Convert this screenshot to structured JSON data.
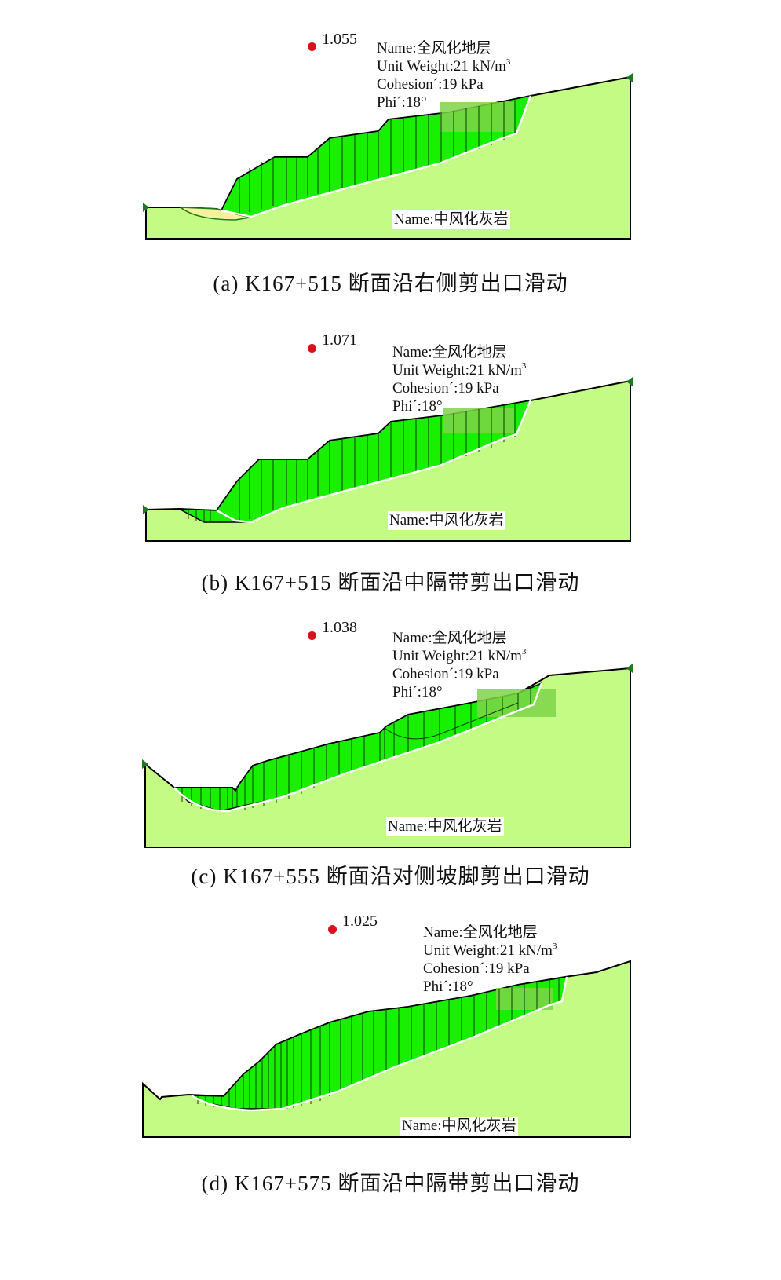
{
  "figure": {
    "colors": {
      "bedrock_fill": "#c4fb84",
      "sliding_mass_fill": "#18f000",
      "slice_line": "#0b3d00",
      "slip_surface": "#ffffff",
      "fos_marker": "#d6131c",
      "water_fill": "#f6f19a",
      "outline": "#000000",
      "boundary_marker": "#1f7a1f"
    },
    "panels": [
      {
        "id": "a",
        "factor_of_safety": "1.055",
        "upper_layer": {
          "name": "Name:全风化地层",
          "unit_weight": "Unit Weight:21 kN/m",
          "unit_weight_sup": "3",
          "cohesion": "Cohesion´:19 kPa",
          "phi": "Phi´:18°"
        },
        "lower_layer_name": "Name:中风化灰岩",
        "caption": "(a) K167+515 断面沿右侧剪出口滑动"
      },
      {
        "id": "b",
        "factor_of_safety": "1.071",
        "upper_layer": {
          "name": "Name:全风化地层",
          "unit_weight": "Unit Weight:21 kN/m",
          "unit_weight_sup": "3",
          "cohesion": "Cohesion´:19 kPa",
          "phi": "Phi´:18°"
        },
        "lower_layer_name": "Name:中风化灰岩",
        "caption": "(b) K167+515 断面沿中隔带剪出口滑动"
      },
      {
        "id": "c",
        "factor_of_safety": "1.038",
        "upper_layer": {
          "name": "Name:全风化地层",
          "unit_weight": "Unit Weight:21 kN/m",
          "unit_weight_sup": "3",
          "cohesion": "Cohesion´:19 kPa",
          "phi": "Phi´:18°"
        },
        "lower_layer_name": "Name:中风化灰岩",
        "caption": "(c) K167+555 断面沿对侧坡脚剪出口滑动"
      },
      {
        "id": "d",
        "factor_of_safety": "1.025",
        "upper_layer": {
          "name": "Name:全风化地层",
          "unit_weight": "Unit Weight:21 kN/m",
          "unit_weight_sup": "3",
          "cohesion": "Cohesion´:19 kPa",
          "phi": "Phi´:18°"
        },
        "lower_layer_name": "Name:中风化灰岩",
        "caption": "(d) K167+575 断面沿中隔带剪出口滑动"
      }
    ]
  }
}
